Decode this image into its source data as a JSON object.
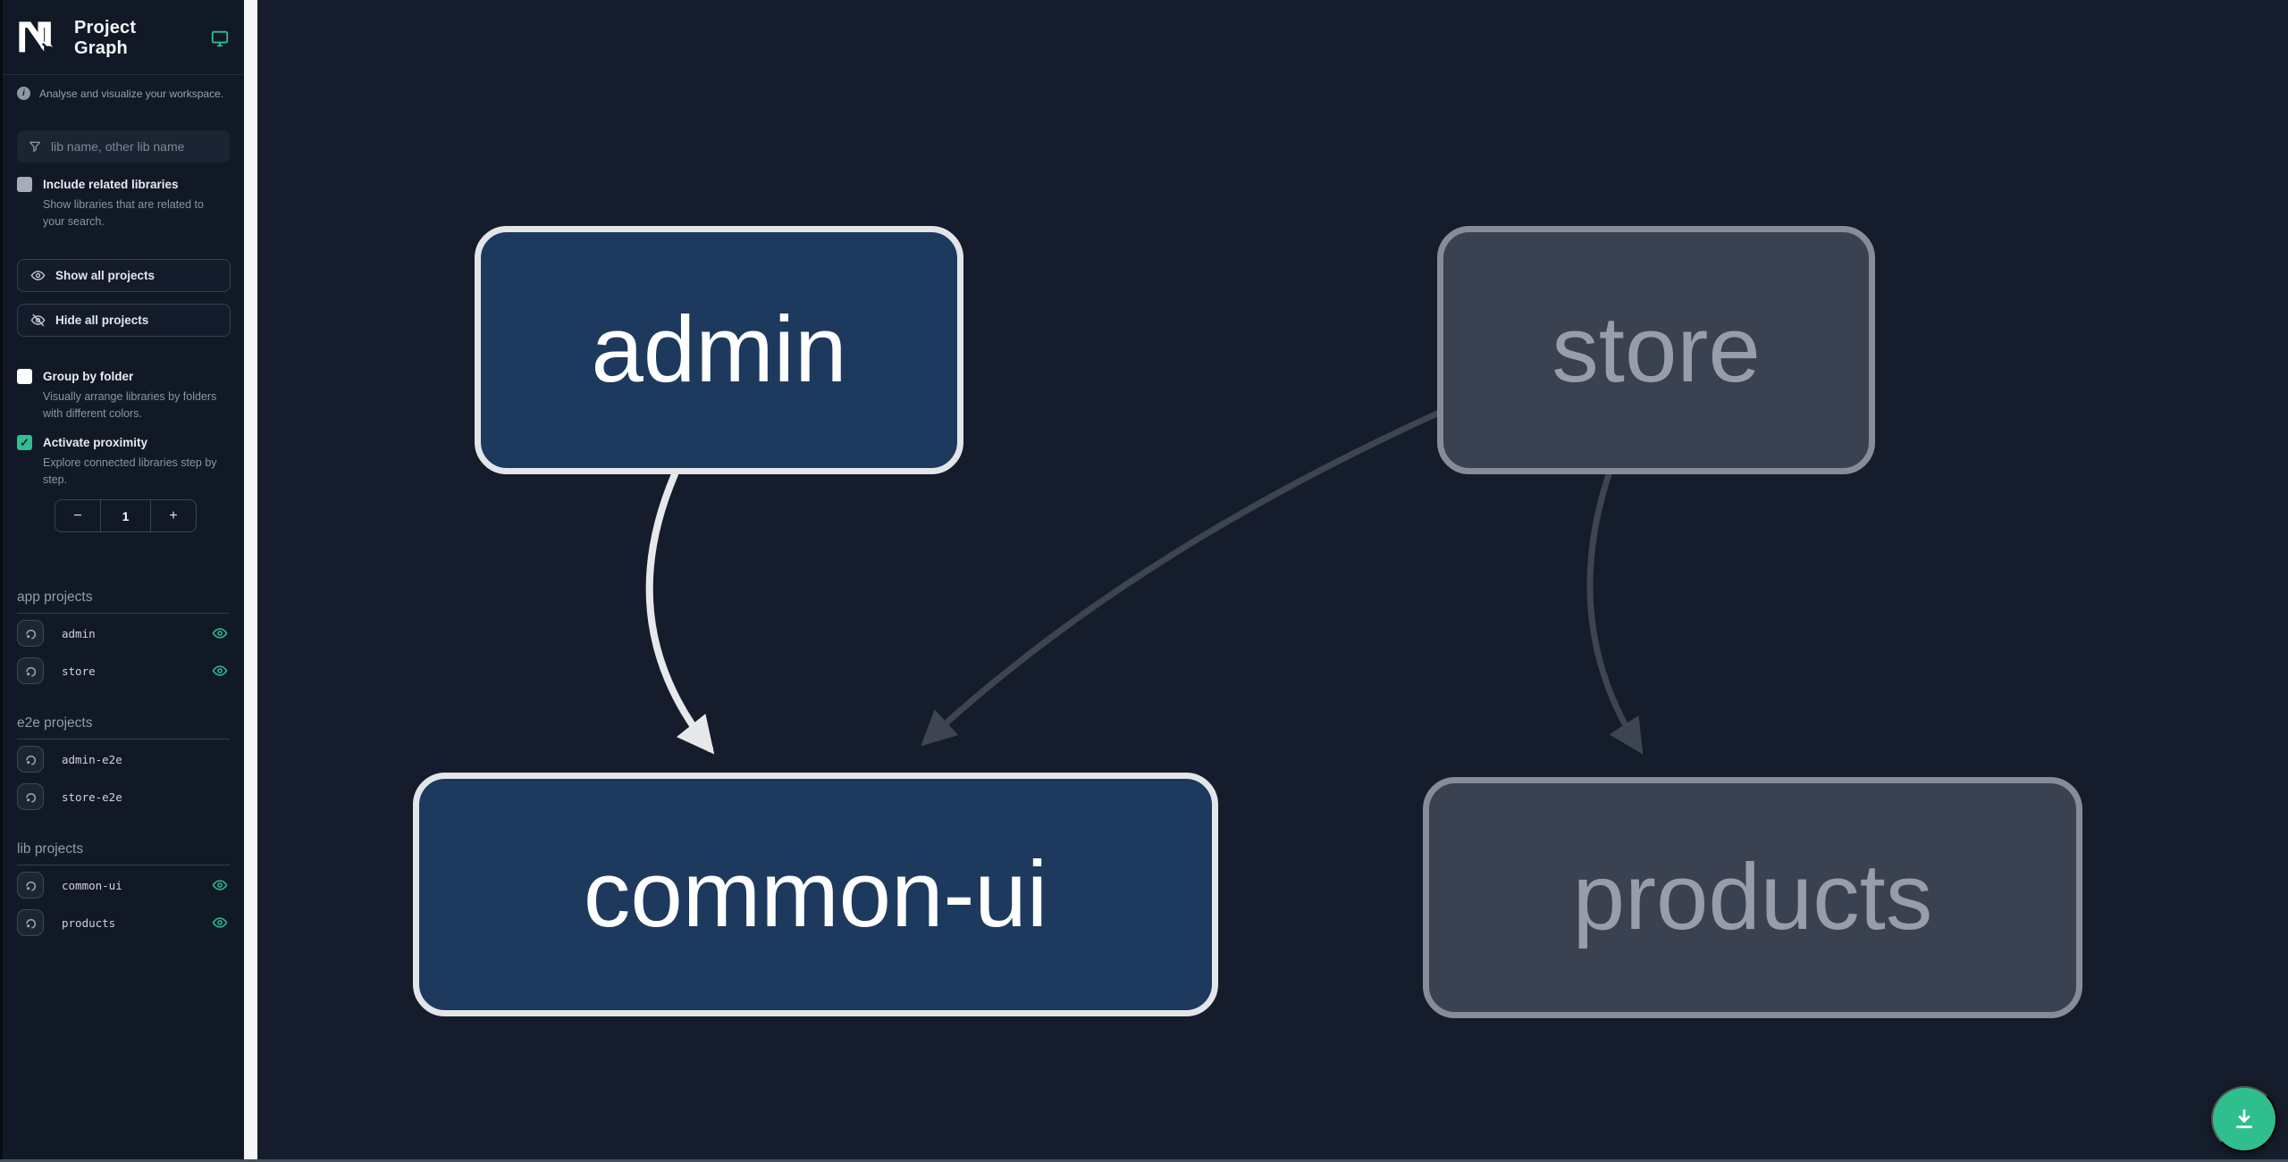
{
  "header": {
    "logo_name": "Nx",
    "title": "Project Graph"
  },
  "sidebar": {
    "tagline": "Analyse and visualize your workspace.",
    "search": {
      "placeholder": "lib name, other lib name",
      "value": ""
    },
    "include_related": {
      "label": "Include related libraries",
      "description": "Show libraries that are related to your search.",
      "checked": false
    },
    "group_by_folder": {
      "label": "Group by folder",
      "description": "Visually arrange libraries by folders with different colors.",
      "checked": false
    },
    "activate_proximity": {
      "label": "Activate proximity",
      "description": "Explore connected libraries step by step.",
      "checked": true,
      "check_glyph": "✓"
    },
    "buttons": {
      "show_all": "Show all projects",
      "hide_all": "Hide all projects"
    },
    "stepper": {
      "minus": "−",
      "value": "1",
      "plus": "+"
    },
    "sections": [
      {
        "title": "app projects",
        "items": [
          {
            "name": "admin",
            "visible_eye": true
          },
          {
            "name": "store",
            "visible_eye": true
          }
        ]
      },
      {
        "title": "e2e projects",
        "items": [
          {
            "name": "admin-e2e",
            "visible_eye": false
          },
          {
            "name": "store-e2e",
            "visible_eye": false
          }
        ]
      },
      {
        "title": "lib projects",
        "items": [
          {
            "name": "common-ui",
            "visible_eye": true
          },
          {
            "name": "products",
            "visible_eye": true
          }
        ]
      }
    ]
  },
  "graph": {
    "nodes": [
      {
        "id": "admin",
        "label": "admin",
        "state": "focused"
      },
      {
        "id": "store",
        "label": "store",
        "state": "dimmed"
      },
      {
        "id": "common-ui",
        "label": "common-ui",
        "state": "focused"
      },
      {
        "id": "products",
        "label": "products",
        "state": "dimmed"
      }
    ],
    "edges": [
      {
        "from": "admin",
        "to": "common-ui",
        "style": "highlighted"
      },
      {
        "from": "store",
        "to": "common-ui",
        "style": "dimmed"
      },
      {
        "from": "store",
        "to": "products",
        "style": "dimmed"
      }
    ]
  },
  "colors": {
    "accent_green": "#2fbf8f",
    "canvas_bg": "#151c2b",
    "sidebar_bg": "#111927",
    "node_focused_fill": "#1d3a5e",
    "node_focused_border": "#e3e5e9",
    "node_dimmed_fill": "#3a4150",
    "node_dimmed_border": "#878d98",
    "edge_highlighted": "#e7e8ea",
    "edge_dimmed": "#3d4452"
  }
}
